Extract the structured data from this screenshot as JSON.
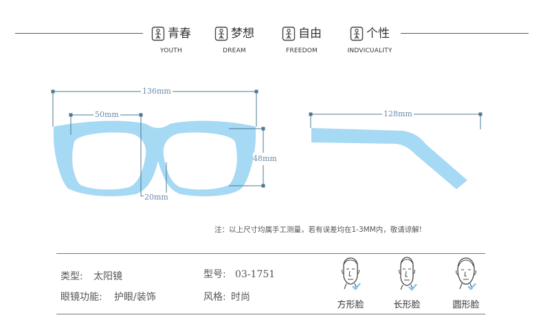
{
  "header": {
    "items": [
      {
        "zh": "青春",
        "en": "YOUTH"
      },
      {
        "zh": "梦想",
        "en": "DREAM"
      },
      {
        "zh": "自由",
        "en": "FREEDOM"
      },
      {
        "zh": "个性",
        "en": "INDVICUALITY"
      }
    ]
  },
  "dimensions": {
    "total_width": "136mm",
    "lens_width": "50mm",
    "lens_height": "48mm",
    "bridge": "20mm",
    "temple": "128mm"
  },
  "note": "注：以上尺寸均属手工测量，若有误差均在1-3MM内，敬请谅解!",
  "specs": {
    "category_label": "类型:",
    "category_value": "太阳镜",
    "model_label": "型号:",
    "model_value": "03-1751",
    "function_label": "眼镜功能:",
    "function_value": "护眼/装饰",
    "style_label": "风格:",
    "style_value": "时尚"
  },
  "faces": [
    {
      "label": "方形脸",
      "icon": "square-face-icon"
    },
    {
      "label": "长形脸",
      "icon": "long-face-icon"
    },
    {
      "label": "圆形脸",
      "icon": "round-face-icon"
    }
  ],
  "colors": {
    "frame": "#a6d9f4",
    "dimension_line": "#4b7894",
    "check": "#7ec3ea"
  }
}
